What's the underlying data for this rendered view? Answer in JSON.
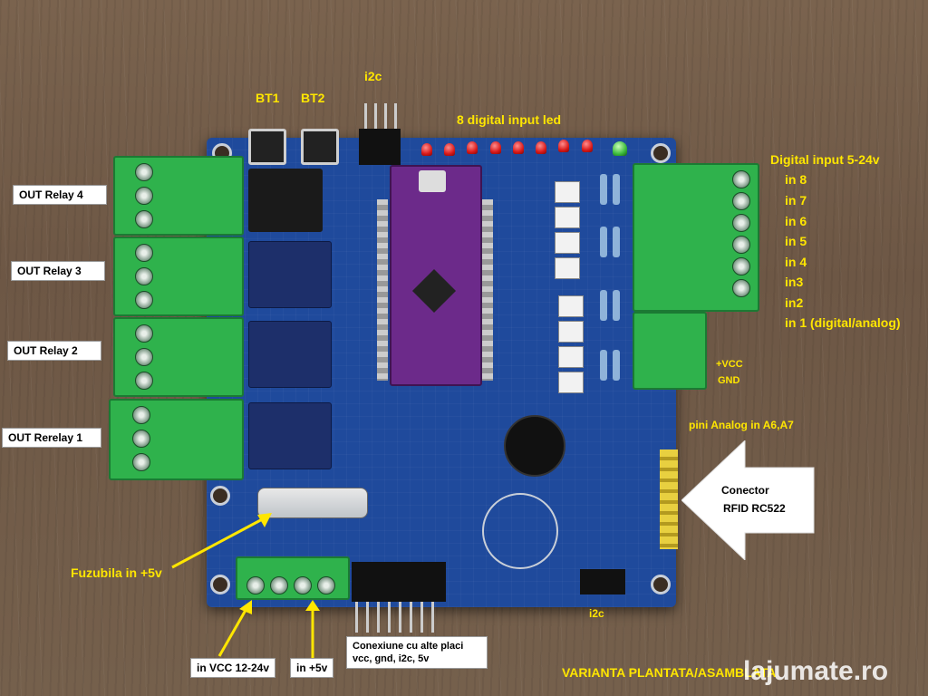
{
  "labels": {
    "bt1": "BT1",
    "bt2": "BT2",
    "i2c_top": "i2c",
    "digital_input_led": "8 digital input led",
    "digital_input_title": "Digital input 5-24v",
    "inputs": [
      "in 8",
      "in 7",
      "in 6",
      "in 5",
      "in 4",
      "in3",
      "in2",
      "in 1 (digital/analog)"
    ],
    "vcc_gnd": [
      "+VCC",
      "GND"
    ],
    "pini_analog": "pini Analog in A6,A7",
    "conector_line1": "Conector",
    "conector_line2": "RFID RC522",
    "relay4": "OUT Relay 4",
    "relay3": "OUT Relay 3",
    "relay2": "OUT Relay 2",
    "relay1": "OUT Rerelay 1",
    "fuzubila": "Fuzubila in +5v",
    "in_vcc": "in VCC 12-24v",
    "in_5v": "in +5v",
    "i2c_bottom": "i2c",
    "conexiune_line1": "Conexiune cu alte placi",
    "conexiune_line2": "vcc, gnd, i2c, 5v",
    "varianta": "VARIANTA PLANTATA/ASAMBLATA",
    "watermark": "lajumate.ro"
  },
  "colors": {
    "label_yellow": "#ffe600",
    "pcb_blue": "#1f4a9c",
    "terminal_green": "#2fb24c"
  }
}
